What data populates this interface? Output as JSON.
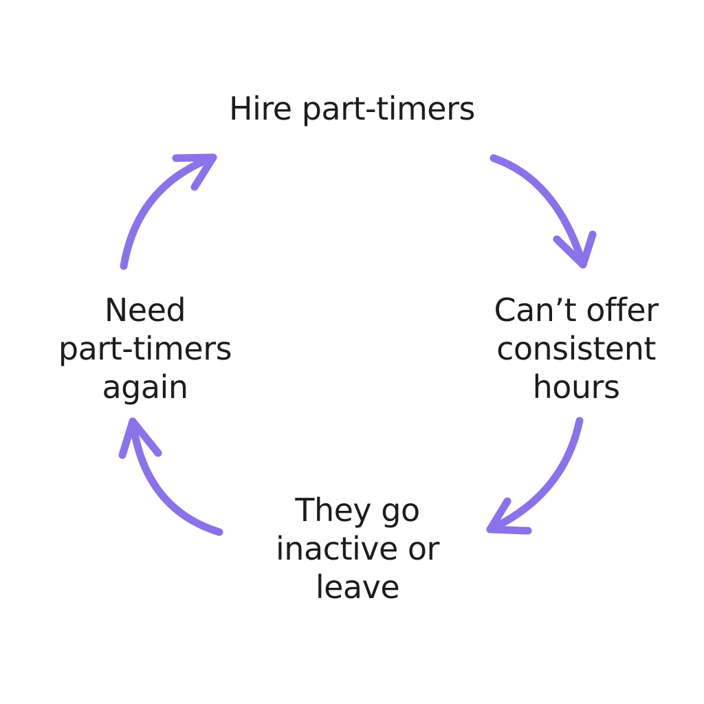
{
  "diagram": {
    "type": "cycle",
    "accent_color": "#8A72E8",
    "text_color": "#1c1c1c",
    "nodes": [
      {
        "id": "top",
        "lines": [
          "Hire part-timers"
        ]
      },
      {
        "id": "right",
        "lines": [
          "Can’t offer",
          "consistent",
          "hours"
        ]
      },
      {
        "id": "bottom",
        "lines": [
          "They go",
          "inactive or",
          "leave"
        ]
      },
      {
        "id": "left",
        "lines": [
          "Need",
          "part-timers",
          "again"
        ]
      }
    ],
    "edges": [
      {
        "from": "top",
        "to": "right"
      },
      {
        "from": "right",
        "to": "bottom"
      },
      {
        "from": "bottom",
        "to": "left"
      },
      {
        "from": "left",
        "to": "top"
      }
    ]
  }
}
